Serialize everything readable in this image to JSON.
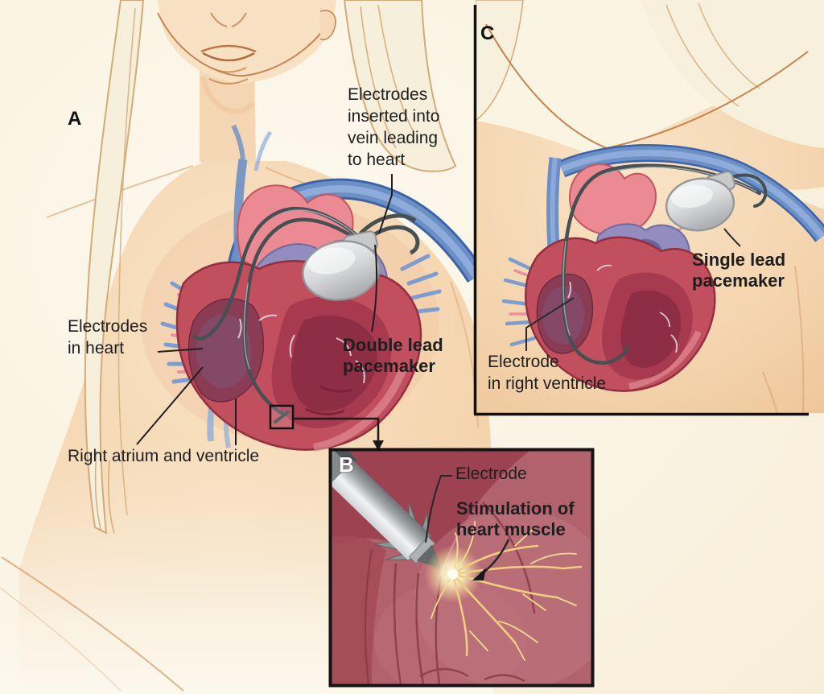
{
  "figure": {
    "type": "medical-illustration",
    "subject": "Pacemaker placement in chest (panels A, B, C)"
  },
  "panel_a": {
    "letter": "A",
    "labels": {
      "electrodes_inserted": "Electrodes\ninserted into\nvein leading\nto heart",
      "electrodes_in_heart": "Electrodes\nin heart",
      "right_atrium_ventricle": "Right atrium and ventricle",
      "double_lead_pacemaker": "Double lead\npacemaker"
    }
  },
  "panel_b": {
    "letter": "B",
    "labels": {
      "electrode": "Electrode",
      "stimulation": "Stimulation of\nheart muscle"
    }
  },
  "panel_c": {
    "letter": "C",
    "labels": {
      "single_lead_pacemaker": "Single lead\npacemaker",
      "electrode_right_ventricle": "Electrode\nin right ventricle"
    }
  },
  "colors": {
    "background": "#faf3e2",
    "skin": "#f5d7b4",
    "hair": "#f6efdb",
    "heart_red": "#c24f5d",
    "heart_dark": "#8a3c55",
    "vein_blue": "#6b8fc7",
    "vessel_purple": "#938cbe",
    "pacemaker_gray": "#d9dadb",
    "lead_gray": "#474f53",
    "panel_b_background": "#b05e68",
    "spark_yellow": "#f2d683",
    "label_text": "#1e1e1e",
    "panel_border": "#141414"
  }
}
